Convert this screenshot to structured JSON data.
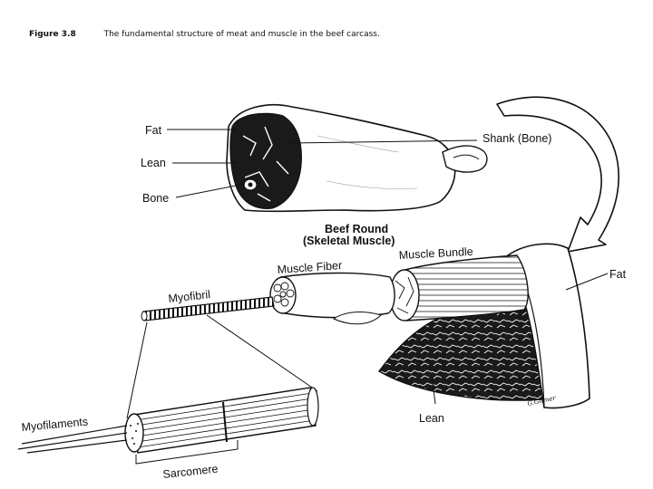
{
  "caption": {
    "figure_number": "Figure 3.8",
    "text": "The fundamental structure of meat and muscle in the beef carcass."
  },
  "labels": {
    "fat_top": "Fat",
    "lean_top": "Lean",
    "bone": "Bone",
    "shank": "Shank (Bone)",
    "beef_round_line1": "Beef Round",
    "beef_round_line2": "(Skeletal Muscle)",
    "muscle_bundle": "Muscle Bundle",
    "muscle_fiber": "Muscle Fiber",
    "myofibril": "Myofibril",
    "fat_right": "Fat",
    "lean_bottom": "Lean",
    "myofilaments": "Myofilaments",
    "sarcomere": "Sarcomere"
  },
  "signature": "G.Gilmer",
  "colors": {
    "ink": "#111111",
    "meat_dark": "#1a1a1a",
    "fat": "#ffffff"
  }
}
